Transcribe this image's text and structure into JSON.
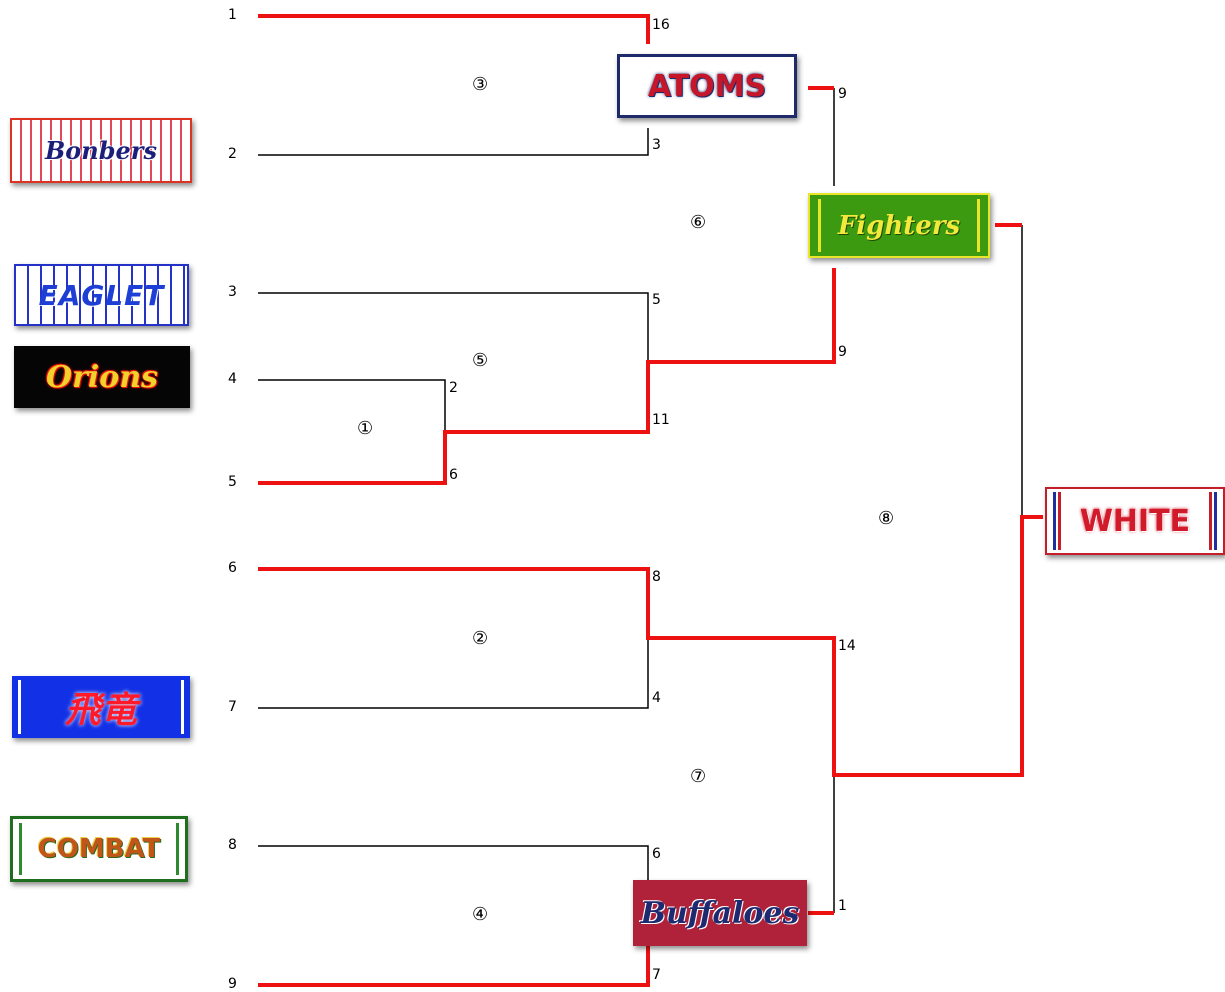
{
  "seeds": [
    "1",
    "2",
    "3",
    "4",
    "5",
    "6",
    "7",
    "8",
    "9"
  ],
  "game_numbers": [
    "①",
    "②",
    "③",
    "④",
    "⑤",
    "⑥",
    "⑦",
    "⑧"
  ],
  "scores": {
    "g1_top": "2",
    "g1_bottom": "6",
    "g2_top": "8",
    "g2_bottom": "4",
    "g3_top": "16",
    "g3_bottom": "3",
    "g4_top": "6",
    "g4_bottom": "7",
    "g5_top": "5",
    "g5_bottom": "11",
    "g6_top": "9",
    "g6_bottom": "9",
    "g7_top": "14",
    "g7_bottom": "1"
  },
  "teams": {
    "bonbers": "Bonbers",
    "eaglet": "EAGLET",
    "orions": "Orions",
    "hiryu": "飛竜",
    "combat": "COMBAT",
    "atoms": "ATOMS",
    "fighters": "Fighters",
    "buffaloes": "Buffaloes",
    "white": "WHITE"
  },
  "colors": {
    "winner_line": "#ee1111",
    "loser_line": "#000000"
  }
}
